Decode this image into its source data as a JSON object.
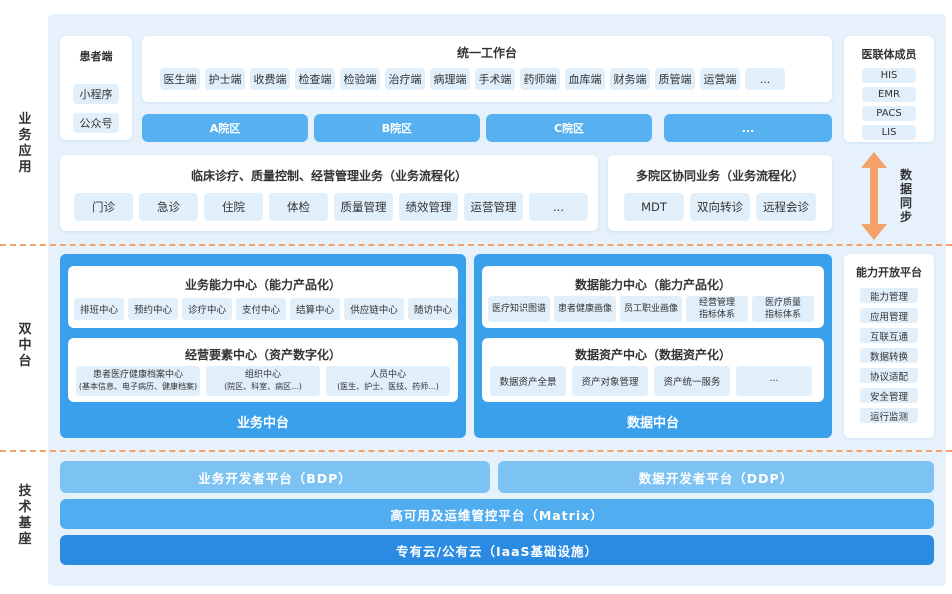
{
  "layers": {
    "app": [
      "业",
      "务",
      "应",
      "用"
    ],
    "middle": [
      "双",
      "中",
      "台"
    ],
    "tech": [
      "技",
      "术",
      "基",
      "座"
    ]
  },
  "patient": {
    "title": "患者端",
    "items": [
      "小程序",
      "公众号"
    ]
  },
  "workbench": {
    "title": "统一工作台",
    "items": [
      "医生端",
      "护士端",
      "收费端",
      "检查端",
      "检验端",
      "治疗端",
      "病理端",
      "手术端",
      "药师端",
      "血库端",
      "财务端",
      "质管端",
      "运营端",
      "..."
    ],
    "campuses": [
      "A院区",
      "B院区",
      "C院区",
      "..."
    ]
  },
  "alliance": {
    "title": "医联体成员",
    "items": [
      "HIS",
      "EMR",
      "PACS",
      "LIS"
    ]
  },
  "clinical": {
    "title": "临床诊疗、质量控制、经营管理业务（业务流程化）",
    "items": [
      "门诊",
      "急诊",
      "住院",
      "体检",
      "质量管理",
      "绩效管理",
      "运营管理",
      "..."
    ]
  },
  "multi": {
    "title": "多院区协同业务（业务流程化）",
    "items": [
      "MDT",
      "双向转诊",
      "远程会诊"
    ]
  },
  "sync": {
    "chars": [
      "数",
      "据",
      "同",
      "步"
    ],
    "color": "#f5a16a"
  },
  "biz_platform": {
    "label": "业务中台",
    "ability": {
      "title": "业务能力中心（能力产品化）",
      "items": [
        "排班中心",
        "预约中心",
        "诊疗中心",
        "支付中心",
        "结算中心",
        "供应链中心",
        "随访中心"
      ]
    },
    "elements": {
      "title": "经营要素中心（资产数字化）",
      "items": [
        {
          "name": "患者医疗健康档案中心",
          "desc": "(基本信息、电子病历、健康档案)"
        },
        {
          "name": "组织中心",
          "desc": "(院区、科室、病区...)"
        },
        {
          "name": "人员中心",
          "desc": "(医生、护士、医技、药师...)"
        }
      ]
    }
  },
  "data_platform": {
    "label": "数据中台",
    "ability": {
      "title": "数据能力中心（能力产品化）",
      "items": [
        {
          "l1": "医疗知识图谱",
          "l2": ""
        },
        {
          "l1": "患者健康画像",
          "l2": ""
        },
        {
          "l1": "员工职业画像",
          "l2": ""
        },
        {
          "l1": "经营管理",
          "l2": "指标体系"
        },
        {
          "l1": "医疗质量",
          "l2": "指标体系"
        }
      ]
    },
    "assets": {
      "title": "数据资产中心（数据资产化）",
      "items": [
        "数据资产全景",
        "资产对象管理",
        "资产统一服务",
        "···"
      ]
    }
  },
  "open_platform": {
    "title": "能力开放平台",
    "items": [
      "能力管理",
      "应用管理",
      "互联互通",
      "数据转换",
      "协议适配",
      "安全管理",
      "运行监测"
    ]
  },
  "tech": {
    "bdp": "业务开发者平台（BDP）",
    "ddp": "数据开发者平台（DDP）",
    "matrix": "高可用及运维管控平台（Matrix）",
    "iaas": "专有云/公有云（IaaS基础设施）"
  },
  "colors": {
    "accent": "#3aa0ec",
    "light": "#e1effb",
    "background": "#e6f1fb",
    "divider": "#f5a16a"
  }
}
